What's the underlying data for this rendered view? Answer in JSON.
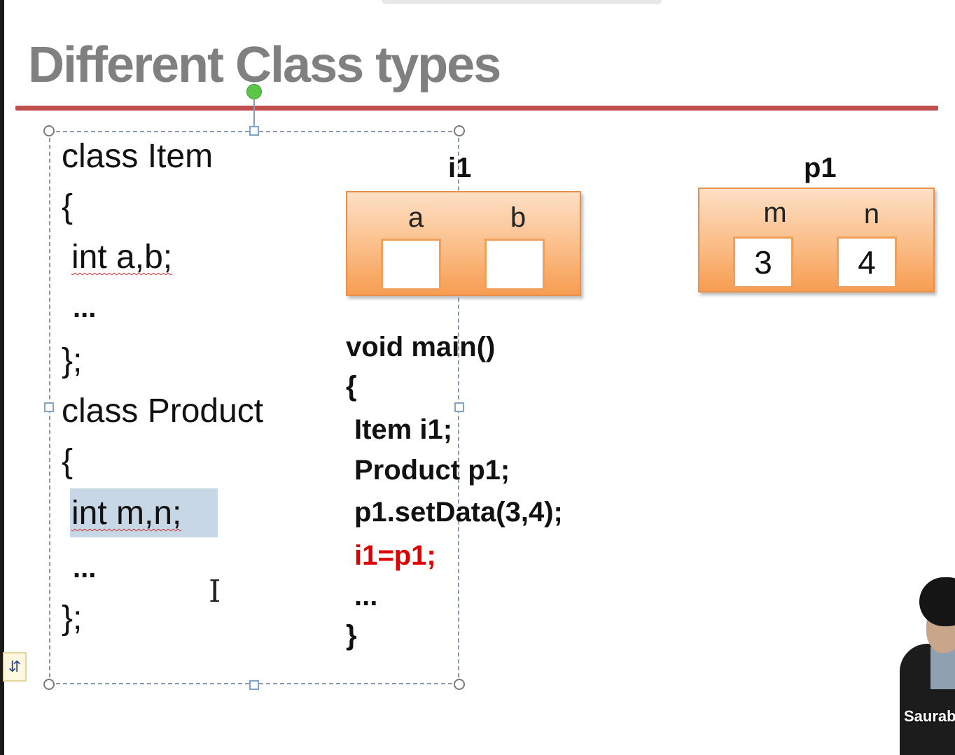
{
  "slide": {
    "title": "Different Class types"
  },
  "left_code": [
    "class Item",
    "{",
    "int a,b;",
    "...",
    "};",
    "class Product",
    "{",
    "int m,n;",
    "...",
    "};"
  ],
  "main_code": [
    "void main()",
    "{",
    "Item i1;",
    "Product p1;",
    "p1.setData(3,4);",
    "i1=p1;",
    "...",
    "}"
  ],
  "objects": {
    "i1": {
      "label": "i1",
      "fields": [
        {
          "name": "a",
          "value": ""
        },
        {
          "name": "b",
          "value": ""
        }
      ]
    },
    "p1": {
      "label": "p1",
      "fields": [
        {
          "name": "m",
          "value": "3"
        },
        {
          "name": "n",
          "value": "4"
        }
      ]
    }
  },
  "colors": {
    "title": "#808080",
    "rule": "#c0504d",
    "highlight_line": "#e00000",
    "object_fill": "#f9b57a"
  },
  "presenter": {
    "name_overlay": "Saurabh"
  },
  "icons": {
    "text_cursor": "ibeam-cursor-icon",
    "widget": "layout-options-icon",
    "rotate": "rotate-handle-icon"
  }
}
